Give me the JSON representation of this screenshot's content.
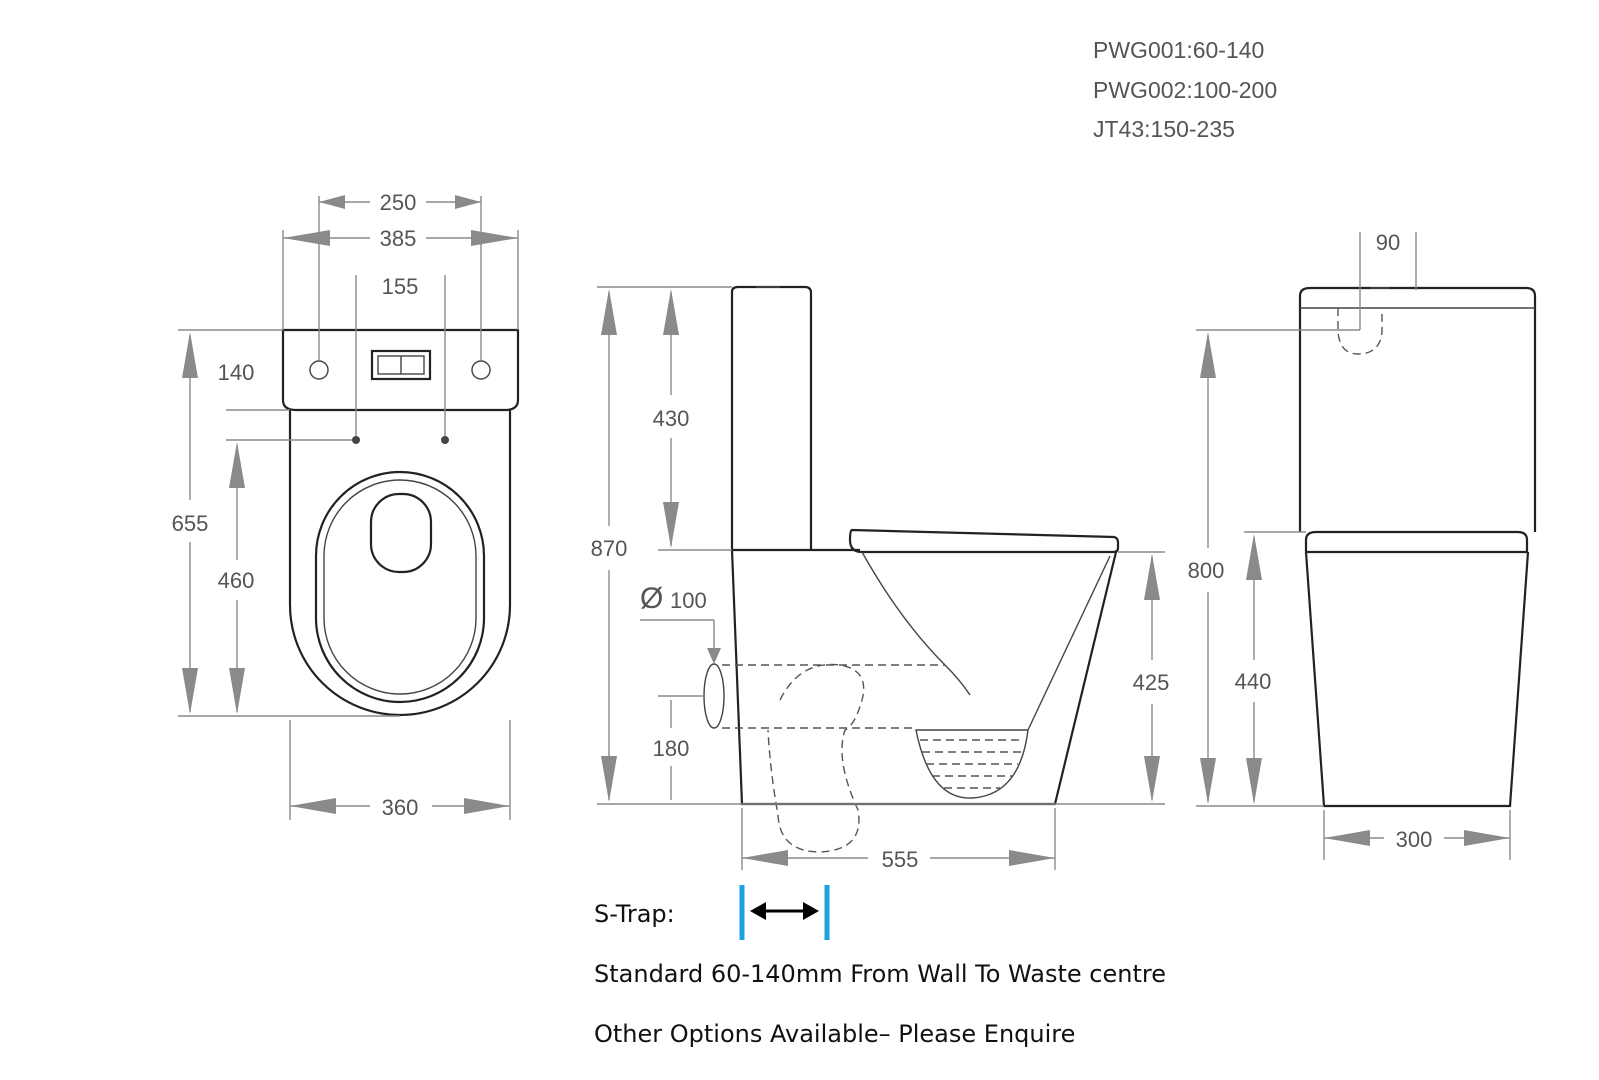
{
  "codes": [
    "PWG001:60-140",
    "PWG002:100-200",
    "JT43:150-235"
  ],
  "top_view": {
    "dim_250": "250",
    "dim_385": "385",
    "dim_155": "155",
    "dim_140": "140",
    "dim_655": "655",
    "dim_460": "460",
    "dim_360": "360"
  },
  "side_view": {
    "dim_430": "430",
    "dim_870": "870",
    "dim_100": "100",
    "dim_180": "180",
    "dim_425": "425",
    "dim_555": "555"
  },
  "back_view": {
    "dim_90": "90",
    "dim_800": "800",
    "dim_440": "440",
    "dim_300": "300"
  },
  "notes": {
    "strap_label": "S-Trap:",
    "standard_text": "Standard 60-140mm From Wall To Waste centre",
    "options_text": "Other Options Available– Please Enquire"
  },
  "colors": {
    "strap_marker": "#1aa3e0",
    "dimension": "#8a8a8a",
    "outline": "#222222"
  },
  "icons": {
    "diameter_symbol": "Ø"
  }
}
